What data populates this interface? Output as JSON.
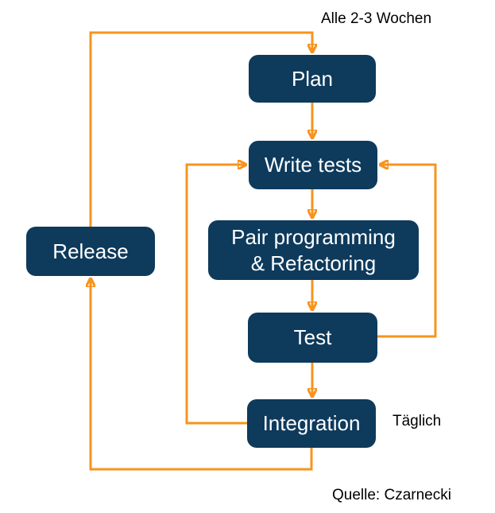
{
  "diagram": {
    "nodes": {
      "plan": {
        "label": "Plan"
      },
      "write_tests": {
        "label": "Write tests"
      },
      "pair_programming": {
        "label": "Pair programming\n& Refactoring"
      },
      "test": {
        "label": "Test"
      },
      "integration": {
        "label": "Integration"
      },
      "release": {
        "label": "Release"
      }
    },
    "annotations": {
      "iteration_frequency": "Alle 2-3 Wochen",
      "daily_frequency": "Täglich",
      "source": "Quelle: Czarnecki"
    },
    "edges": [
      {
        "from": "release",
        "to": "plan"
      },
      {
        "from": "plan",
        "to": "write_tests"
      },
      {
        "from": "write_tests",
        "to": "pair_programming"
      },
      {
        "from": "pair_programming",
        "to": "test"
      },
      {
        "from": "test",
        "to": "integration"
      },
      {
        "from": "test",
        "to": "write_tests"
      },
      {
        "from": "integration",
        "to": "write_tests"
      },
      {
        "from": "integration",
        "to": "release"
      }
    ],
    "colors": {
      "node_fill": "#0E3A5C",
      "node_text": "#FFFFFF",
      "arrow": "#F7941E",
      "annotation_text": "#000000",
      "background": "#FFFFFF"
    }
  }
}
